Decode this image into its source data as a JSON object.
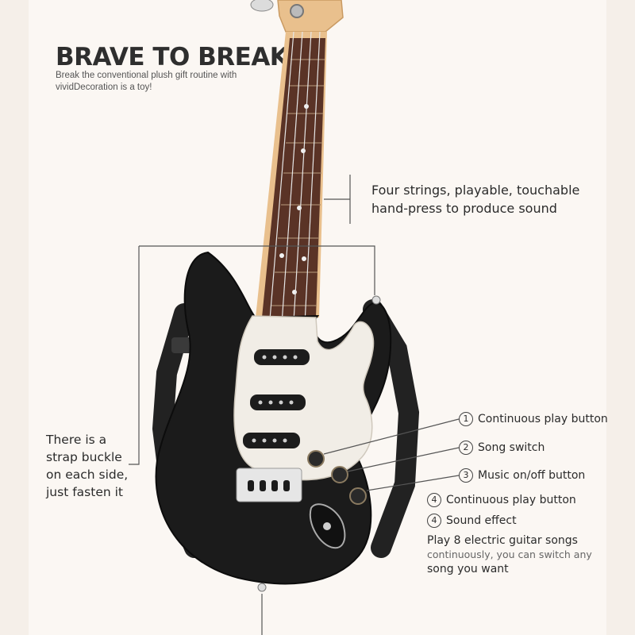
{
  "headline": "BRAVE TO BREAK",
  "subline": {
    "line1": "Break the conventional plush gift routine with",
    "line2": "vividDecoration is a toy!"
  },
  "callout_strings": {
    "line1": "Four strings, playable, touchable",
    "line2": "hand-press to produce sound"
  },
  "callout_strap": {
    "line1": "There is a",
    "line2": "strap buckle",
    "line3": "on each side,",
    "line4": "just fasten it"
  },
  "features": [
    {
      "num": "1",
      "label": "Continuous play button"
    },
    {
      "num": "2",
      "label": "Song switch"
    },
    {
      "num": "3",
      "label": "Music on/off button"
    },
    {
      "num": "4",
      "label": "Continuous play button"
    },
    {
      "num": "4",
      "label": "Sound effect"
    }
  ],
  "songs": {
    "line1": "Play 8 electric guitar songs",
    "line2": "continuously, you can switch any",
    "line3": "song you want"
  },
  "colors": {
    "body": "#1b1b1b",
    "pickguard": "#f1ede6",
    "fretboard": "#5a3326",
    "neck_wood": "#e9c08d",
    "background": "#fbf7f3"
  }
}
